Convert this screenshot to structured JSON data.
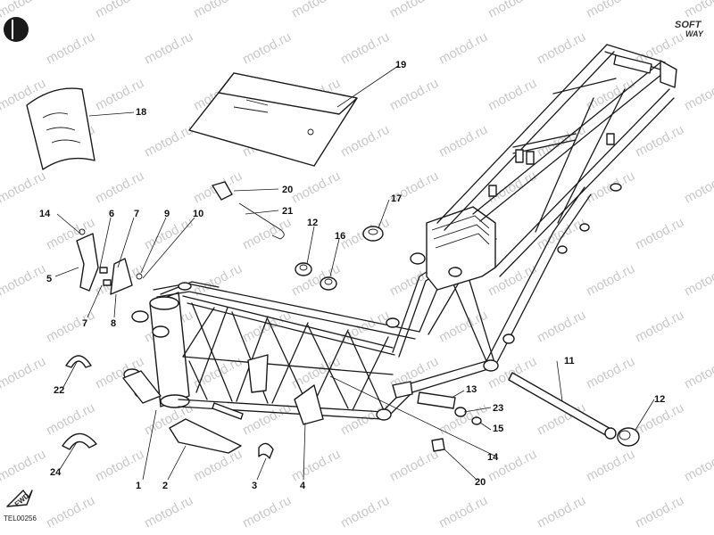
{
  "logo": {
    "line1": "SOFT",
    "line2": "WAY"
  },
  "drawing_code": "TEL00256",
  "fwd_label": "FWD",
  "watermark": "motod.ru",
  "callouts": [
    {
      "id": "c1",
      "text": "1"
    },
    {
      "id": "c2",
      "text": "2"
    },
    {
      "id": "c3",
      "text": "3"
    },
    {
      "id": "c4",
      "text": "4"
    },
    {
      "id": "c5",
      "text": "5"
    },
    {
      "id": "c6",
      "text": "6"
    },
    {
      "id": "c7a",
      "text": "7"
    },
    {
      "id": "c7b",
      "text": "7"
    },
    {
      "id": "c8",
      "text": "8"
    },
    {
      "id": "c9",
      "text": "9"
    },
    {
      "id": "c10",
      "text": "10"
    },
    {
      "id": "c11",
      "text": "11"
    },
    {
      "id": "c12a",
      "text": "12"
    },
    {
      "id": "c12b",
      "text": "12"
    },
    {
      "id": "c13",
      "text": "13"
    },
    {
      "id": "c14a",
      "text": "14"
    },
    {
      "id": "c14b",
      "text": "14"
    },
    {
      "id": "c15",
      "text": "15"
    },
    {
      "id": "c16",
      "text": "16"
    },
    {
      "id": "c17",
      "text": "17"
    },
    {
      "id": "c18",
      "text": "18"
    },
    {
      "id": "c19",
      "text": "19"
    },
    {
      "id": "c20a",
      "text": "20"
    },
    {
      "id": "c20b",
      "text": "20"
    },
    {
      "id": "c21",
      "text": "21"
    },
    {
      "id": "c22",
      "text": "22"
    },
    {
      "id": "c23",
      "text": "23"
    },
    {
      "id": "c24",
      "text": "24"
    }
  ]
}
